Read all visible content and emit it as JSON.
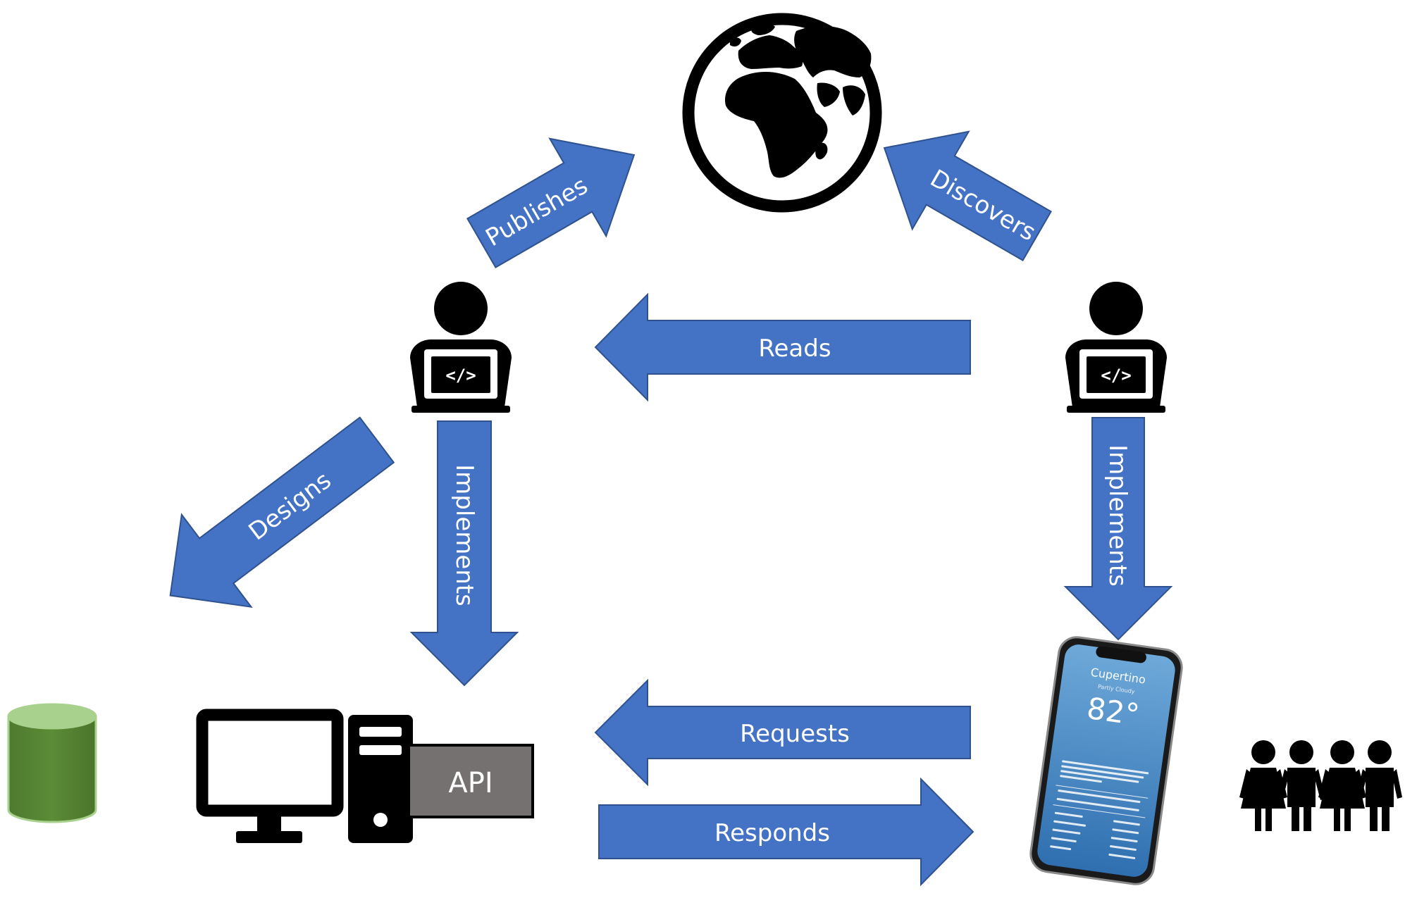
{
  "arrows": {
    "publishes": "Publishes",
    "discovers": "Discovers",
    "reads": "Reads",
    "designs": "Designs",
    "implements_left": "Implements",
    "implements_right": "Implements",
    "requests": "Requests",
    "responds": "Responds"
  },
  "server": {
    "api_label": "API"
  },
  "phone": {
    "city": "Cupertino",
    "condition": "Partly Cloudy",
    "temperature": "82°"
  },
  "colors": {
    "arrow": "#4472C4",
    "database": "#548235",
    "api_box": "#767171"
  }
}
